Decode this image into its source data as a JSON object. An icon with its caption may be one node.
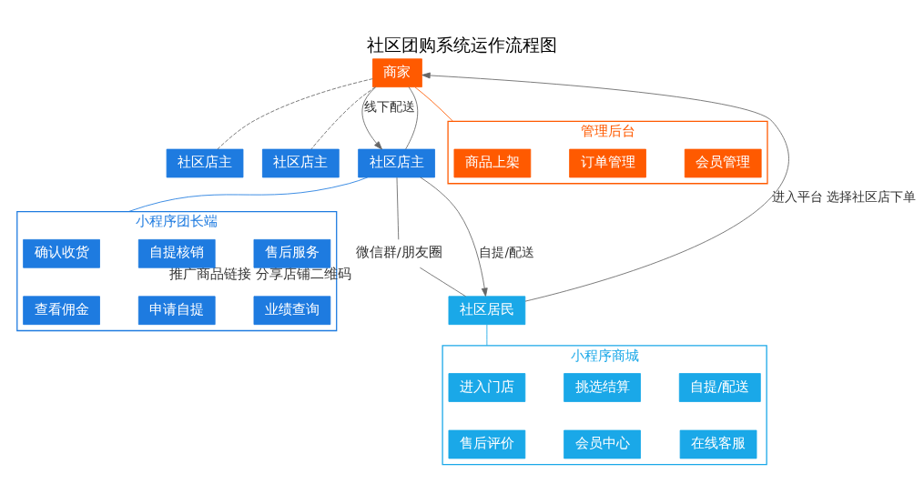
{
  "diagram": {
    "title": "社区团购系统运作流程图",
    "nodes": [
      {
        "text": [
          "商家"
        ]
      },
      {
        "text": [
          "社区店主"
        ]
      },
      {
        "text": [
          "社区店主"
        ]
      },
      {
        "text": [
          "社区店主"
        ]
      },
      {
        "text": [
          "微信群/朋友圈"
        ],
        "beside": [
          "推广商品链接 分享店铺二维码"
        ]
      },
      {
        "text": [
          "社区居民"
        ]
      },
      {
        "text": [
          "管理后台"
        ]
      },
      {
        "text": [
          "商品上架"
        ],
        "in": 6
      },
      {
        "text": [
          "订单管理"
        ],
        "in": 6
      },
      {
        "text": [
          "会员管理"
        ],
        "in": 6
      },
      {
        "text": [
          "小程序团长端"
        ]
      },
      {
        "text": [
          "确认收货"
        ],
        "in": 10
      },
      {
        "text": [
          "自提核销"
        ],
        "in": 10
      },
      {
        "text": [
          "售后服务"
        ],
        "in": 10
      },
      {
        "text": [
          "查看佣金"
        ],
        "in": 10
      },
      {
        "text": [
          "申请自提"
        ],
        "in": 10
      },
      {
        "text": [
          "业绩查询"
        ],
        "in": 10
      },
      {
        "text": [
          "小程序商城"
        ]
      },
      {
        "text": [
          "进入门店"
        ],
        "in": 17
      },
      {
        "text": [
          "挑选结算"
        ],
        "in": 17
      },
      {
        "text": [
          "自提/配送"
        ],
        "in": 17
      },
      {
        "text": [
          "售后评价"
        ],
        "in": 17
      },
      {
        "text": [
          "会员中心"
        ],
        "in": 17
      },
      {
        "text": [
          "在线客服"
        ],
        "in": 17
      }
    ],
    "edges": [
      {
        "from": 5,
        "to": 0,
        "arrow": "to",
        "label": "进入平台 选择社区店下单"
      },
      {
        "from": 0,
        "to": 3,
        "arrow": "to",
        "label": "线下配送"
      },
      {
        "from": 3,
        "to": 5,
        "arrow": "to",
        "label": "自提/配送"
      },
      {
        "from": 0,
        "to": 1,
        "arrow": "none",
        "style": "dashed"
      },
      {
        "from": 0,
        "to": 2,
        "arrow": "none",
        "style": "dashed"
      },
      {
        "from": 0,
        "to": 3,
        "arrow": "none"
      },
      {
        "from": 3,
        "to": 4,
        "arrow": "none"
      },
      {
        "from": 4,
        "to": 5,
        "arrow": "none"
      },
      {
        "from": 0,
        "to": 6,
        "arrow": "none",
        "color": "#ff5a00"
      },
      {
        "from": 3,
        "to": 10,
        "arrow": "none",
        "color": "#1e7be0"
      },
      {
        "from": 5,
        "to": 17,
        "arrow": "none",
        "color": "#1aa8e8"
      }
    ]
  }
}
